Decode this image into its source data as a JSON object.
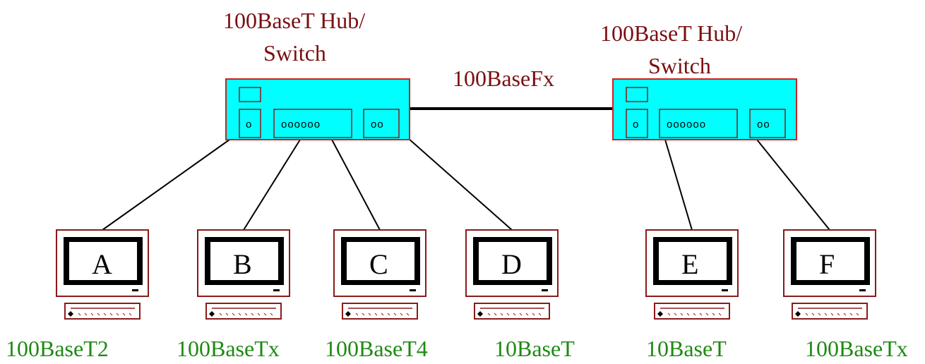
{
  "hubs": [
    {
      "label_line1": "100BaseT Hub/",
      "label_line2": "Switch",
      "port_single": "o",
      "port_group": "oooooo",
      "port_pair": "oo"
    },
    {
      "label_line1": "100BaseT Hub/",
      "label_line2": "Switch",
      "port_single": "o",
      "port_group": "oooooo",
      "port_pair": "oo"
    }
  ],
  "link_label": "100BaseFx",
  "computers": [
    {
      "letter": "A",
      "cable_type": "100BaseT2"
    },
    {
      "letter": "B",
      "cable_type": "100BaseTx"
    },
    {
      "letter": "C",
      "cable_type": "100BaseT4"
    },
    {
      "letter": "D",
      "cable_type": "10BaseT"
    },
    {
      "letter": "E",
      "cable_type": "10BaseT"
    },
    {
      "letter": "F",
      "cable_type": "100BaseTx"
    }
  ],
  "colors": {
    "hub_fill": "#00ffff",
    "outline": "#8b1a1a",
    "hub_label": "#7a0f12",
    "cable_label": "#1f8a14"
  }
}
